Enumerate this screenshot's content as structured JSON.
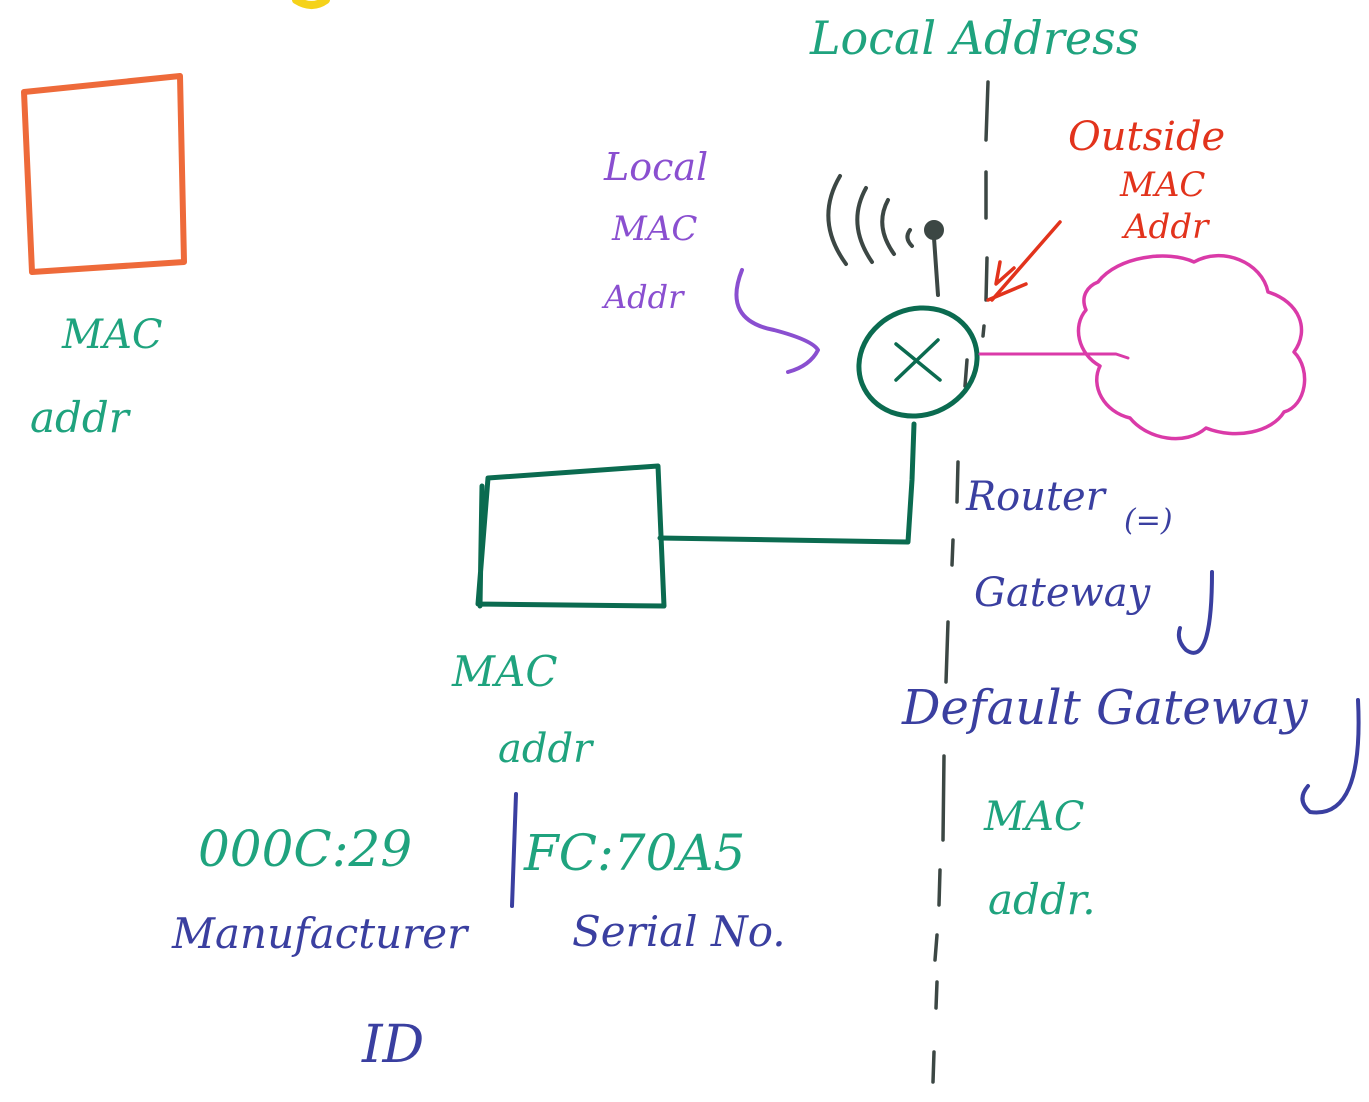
{
  "colors": {
    "teal": "#1FA37E",
    "dark_green": "#0B6B50",
    "navy": "#3A3FA0",
    "purple": "#8A4FD0",
    "red": "#E2331C",
    "orange": "#EE6A3A",
    "magenta": "#DA3AA8",
    "gray": "#3C4744",
    "yellow": "#F5D21A"
  },
  "labels": {
    "local_address": "Local Address",
    "outside_mac_line1": "Outside",
    "outside_mac_line2": "MAC",
    "outside_mac_line3": "Addr",
    "local_mac_line1": "Local",
    "local_mac_line2": "MAC",
    "local_mac_line3": "Addr",
    "left_mac_line1": "MAC",
    "left_mac_line2": "addr",
    "center_mac_line1": "MAC",
    "center_mac_line2": "addr",
    "mac_prefix": "000C:29",
    "mac_suffix": "FC:70A5",
    "manufacturer": "Manufacturer",
    "serial": "Serial No.",
    "id": "ID",
    "router": "Router",
    "equiv": "(=)",
    "gateway": "Gateway",
    "default_gateway": "Default Gateway",
    "right_mac_line1": "MAC",
    "right_mac_line2": "addr."
  }
}
